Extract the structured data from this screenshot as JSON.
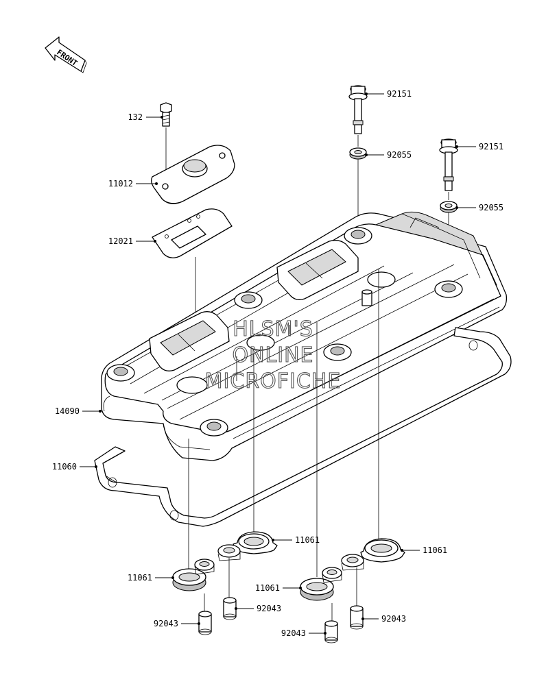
{
  "front_arrow": {
    "label": "FRONT"
  },
  "watermark": {
    "line1": "HLSM'S",
    "line2": "ONLINE",
    "line3": "MICROFICHE"
  },
  "callouts": [
    {
      "id": "132",
      "label": "132"
    },
    {
      "id": "11012",
      "label": "11012"
    },
    {
      "id": "12021",
      "label": "12021"
    },
    {
      "id": "14090",
      "label": "14090"
    },
    {
      "id": "11060",
      "label": "11060"
    },
    {
      "id": "92151a",
      "label": "92151"
    },
    {
      "id": "92055a",
      "label": "92055"
    },
    {
      "id": "92151b",
      "label": "92151"
    },
    {
      "id": "92055b",
      "label": "92055"
    },
    {
      "id": "11061a",
      "label": "11061"
    },
    {
      "id": "11061b",
      "label": "11061"
    },
    {
      "id": "11061c",
      "label": "11061"
    },
    {
      "id": "11061d",
      "label": "11061"
    },
    {
      "id": "92043a",
      "label": "92043"
    },
    {
      "id": "92043b",
      "label": "92043"
    },
    {
      "id": "92043c",
      "label": "92043"
    },
    {
      "id": "92043d",
      "label": "92043"
    }
  ]
}
